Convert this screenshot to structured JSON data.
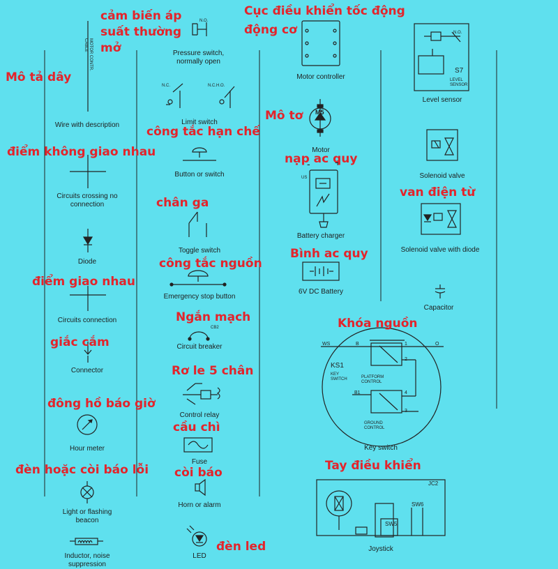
{
  "vertical_text": "MOTOR CONTR. CABLE",
  "labels": {
    "wire": "Wire with description",
    "crossing": "Circuits crossing no connection",
    "diode": "Diode",
    "connection": "Circuits connection",
    "connector": "Connector",
    "hour_meter": "Hour meter",
    "light": "Light or flashing beacon",
    "inductor": "Inductor, noise suppression",
    "pressure": "Pressure switch, normally open",
    "limit": "Limit switch",
    "button": "Button or switch",
    "toggle": "Toggle switch",
    "estop": "Emergency stop button",
    "breaker": "Circuit breaker",
    "relay": "Control relay",
    "fuse": "Fuse",
    "horn": "Horn or alarm",
    "led": "LED",
    "motor_controller": "Motor controller",
    "motor": "Motor",
    "charger": "Battery charger",
    "battery": "6V DC Battery",
    "key_switch": "Key switch",
    "joystick": "Joystick",
    "level": "Level sensor",
    "solenoid": "Solenoid valve",
    "solenoid_diode": "Solenoid valve with diode",
    "capacitor": "Capacitor"
  },
  "vn": {
    "pressure": "cảm biến áp\nsuất thường\nmở",
    "motor_ctrl": "Cục điều khiển tốc động\nđộng cơ",
    "wire": "Mô tả dây",
    "limit": "công tắc hạn chế",
    "motor": "Mô tơ",
    "crossing": "điểm không giao nhau",
    "charger": "nạp ac quy",
    "solenoid": "van điện từ",
    "toggle": "chân ga",
    "power_switch": "công tắc nguồn",
    "battery": "Bình ac quy",
    "connection": "điểm giao nhau",
    "breaker": "Ngắn mạch",
    "key": "Khóa nguồn",
    "connector": "giắc cắm",
    "relay": "Rơ le 5 chân",
    "hour_meter": "đông hồ báo giờ",
    "fuse": "cầu chì",
    "joystick": "Tay điều khiển",
    "horn": "còi báo",
    "light": "đèn hoặc còi báo lỗi",
    "led": "đèn led"
  },
  "small": {
    "no": "N.O.",
    "nc": "N.C.",
    "ncho": "N.C.H.O.",
    "cb2": "CB2",
    "m5": "M5",
    "s7": "S7",
    "level_sensor": "LEVEL SENSOR",
    "ks1": "KS1",
    "key_switch": "KEY SWITCH",
    "b": "B",
    "b1": "B1",
    "ws": "WS",
    "o": "O",
    "n1": "1",
    "n2": "2",
    "n3": "3",
    "n4": "4",
    "platform_control": "PLATFORM CONTROL",
    "ground_control": "GROUND CONTROL",
    "jc2": "JC2",
    "sw6": "SW6",
    "sw5": "SW5",
    "plus": "+",
    "minus": "-",
    "us": "US"
  }
}
